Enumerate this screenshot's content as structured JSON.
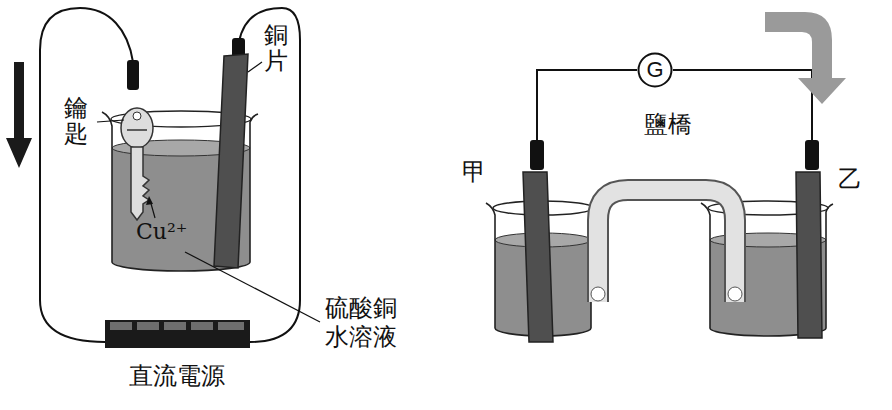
{
  "diagram": {
    "nodes": [
      {
        "text": [
          "G"
        ]
      }
    ],
    "labels": [
      "鑰匙",
      "銅片",
      "Cu²⁺",
      "硫酸銅 水溶液",
      "直流電源",
      "鹽橋",
      "甲",
      "乙"
    ]
  }
}
